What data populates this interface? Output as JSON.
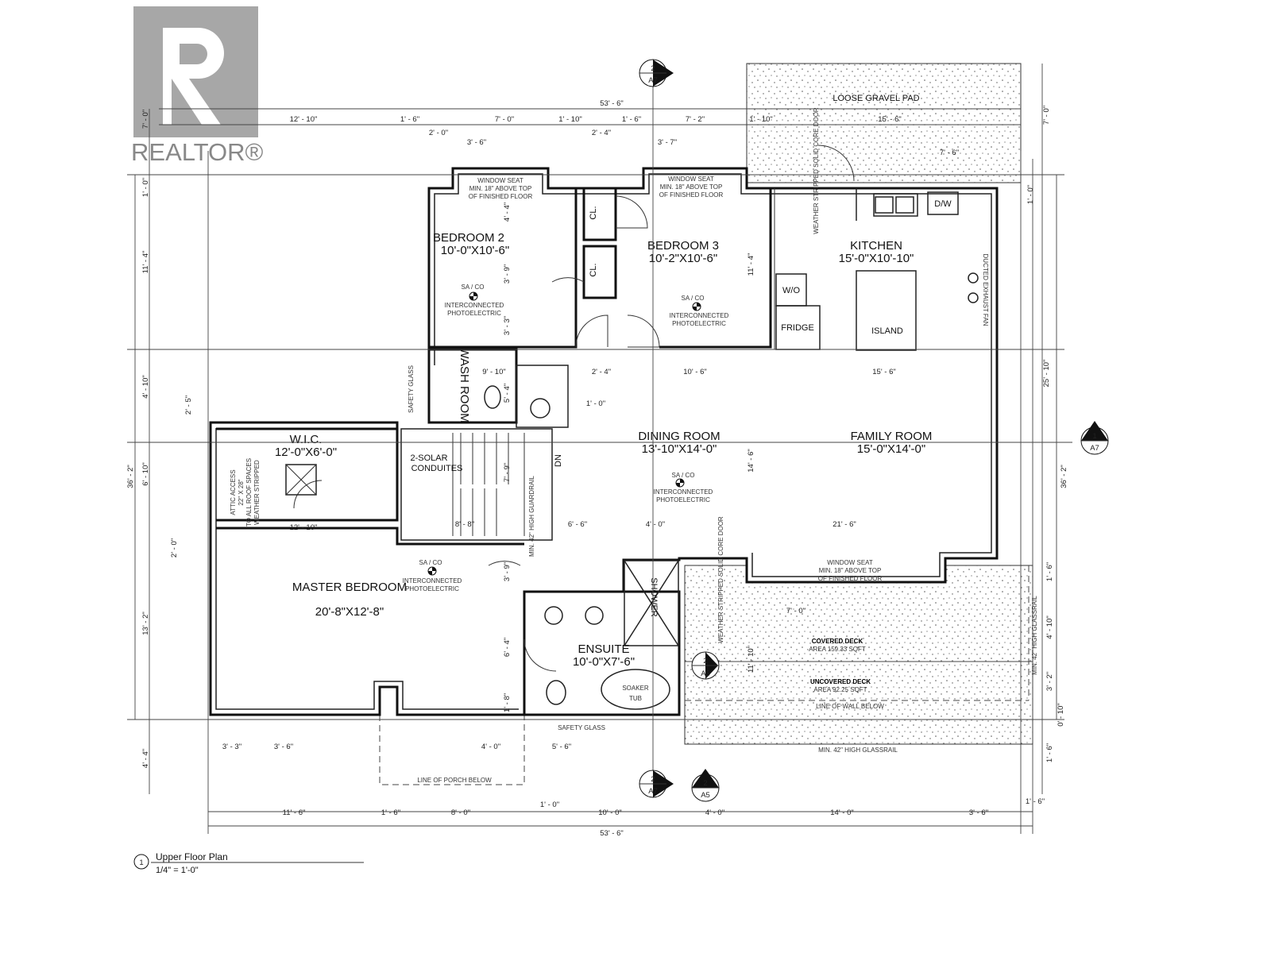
{
  "watermark": {
    "brand": "REALTOR®"
  },
  "title_block": {
    "number": "1",
    "title": "Upper Floor Plan",
    "scale": "1/4\" = 1'-0\""
  },
  "rooms": [
    {
      "name": "BEDROOM 2",
      "size": "10'-0\"X10'-6\""
    },
    {
      "name": "BEDROOM 3",
      "size": "10'-2\"X10'-6\""
    },
    {
      "name": "KITCHEN",
      "size": "15'-0\"X10'-10\""
    },
    {
      "name": "W.I.C.",
      "size": "12'-0\"X6'-0\""
    },
    {
      "name": "DINING ROOM",
      "size": "13'-10\"X14'-0\""
    },
    {
      "name": "FAMILY ROOM",
      "size": "15'-0\"X14'-0\""
    },
    {
      "name": "MASTER BEDROOM",
      "size": "20'-8\"X12'-8\""
    },
    {
      "name": "ENSUITE",
      "size": "10'-0\"X7'-6\""
    },
    {
      "name": "WASH ROOM",
      "size": ""
    }
  ],
  "labels": {
    "island": "ISLAND",
    "fridge": "FRIDGE",
    "wo": "W/O",
    "dw": "D/W",
    "closet": "CL.",
    "shower": "SHOWER",
    "soaker": "SOAKER",
    "tub": "TUB",
    "dn": "DN",
    "solar1": "2-SOLAR",
    "solar2": "CONDUITES",
    "gravel": "LOOSE GRAVEL PAD",
    "covered_deck": "COVERED DECK",
    "covered_area": "AREA 159.33 SQFT",
    "uncovered_deck": "UNCOVERED DECK",
    "uncovered_area": "AREA 92.25 SQFT",
    "wall_below": "LINE OF WALL BELOW",
    "porch_below": "LINE OF PORCH BELOW",
    "glassrail": "MIN. 42\" HIGH GLASSRAIL",
    "guardrail": "MIN. 42\" HIGH GUARDRAIL",
    "safety_glass": "SAFETY GLASS",
    "window_seat": [
      "WINDOW SEAT",
      "MIN. 18\" ABOVE TOP",
      "OF FINISHED FLOOR"
    ],
    "smoke": [
      "SA / CO",
      "INTERCONNECTED",
      "PHOTOELECTRIC"
    ],
    "attic": [
      "ATTIC ACCESS",
      "22\" X 28\"",
      "TO ALL ROOF SPACES",
      "WEATHER STRIPPED"
    ],
    "exhaust": "DUCTED EXHAUST FAN",
    "door_weather": "WEATHER STRIPPED SOLID CORE DOOR"
  },
  "sections": [
    {
      "num": "2",
      "sheet": "A7"
    },
    {
      "num": "1",
      "sheet": "A7"
    },
    {
      "num": "2",
      "sheet": "A5"
    },
    {
      "num": "2",
      "sheet": "A7"
    },
    {
      "num": "2",
      "sheet": "A5"
    }
  ],
  "dims": {
    "top_overall": "53' - 6\"",
    "top": [
      "12' - 10\"",
      "1' - 6\"",
      "2' - 0\"",
      "7' - 0\"",
      "1' - 10\"",
      "2' - 4\"",
      "1' - 6\"",
      "7' - 2\"",
      "1' - 10\"",
      "15' - 6\""
    ],
    "top_inner": [
      "3' - 6\"",
      "3' - 7\"",
      "7' - 6\""
    ],
    "bottom_overall": "53' - 6\"",
    "bottom": [
      "11' - 6\"",
      "1' - 6\"",
      "8' - 0\"",
      "1' - 0\"",
      "10' - 0\"",
      "4' - 0\"",
      "14' - 0\"",
      "3' - 6\"",
      "1' - 6\""
    ],
    "bottom_inner": [
      "3' - 3\"",
      "3' - 6\"",
      "4' - 0\"",
      "5' - 6\""
    ],
    "left": [
      "7' - 0\"",
      "1' - 0\"",
      "11' - 4\"",
      "4' - 10\"",
      "2' - 5\"",
      "6' - 10\"",
      "2' - 0\"",
      "13' - 2\"",
      "4' - 4\""
    ],
    "left_overall": "36' - 2\"",
    "right": [
      "7' - 0\"",
      "1' - 0\"",
      "25' - 10\"",
      "1' - 6\"",
      "4' - 10\"",
      "3' - 2\"",
      "0' - 10\"",
      "1' - 6\""
    ],
    "right_overall": "36' - 2\"",
    "interior": [
      "4' - 4\"",
      "3' - 9\"",
      "3' - 3\"",
      "11' - 4\"",
      "9' - 10\"",
      "2' - 4\"",
      "10' - 6\"",
      "15' - 6\"",
      "5' - 4\"",
      "1' - 0\"",
      "7' - 9\"",
      "8' - 8\"",
      "12' - 10\"",
      "6' - 6\"",
      "4' - 0\"",
      "21' - 6\"",
      "14' - 6\"",
      "3' - 9\"",
      "6' - 4\"",
      "1' - 8\"",
      "11' - 10\"",
      "7' - 0\""
    ]
  }
}
